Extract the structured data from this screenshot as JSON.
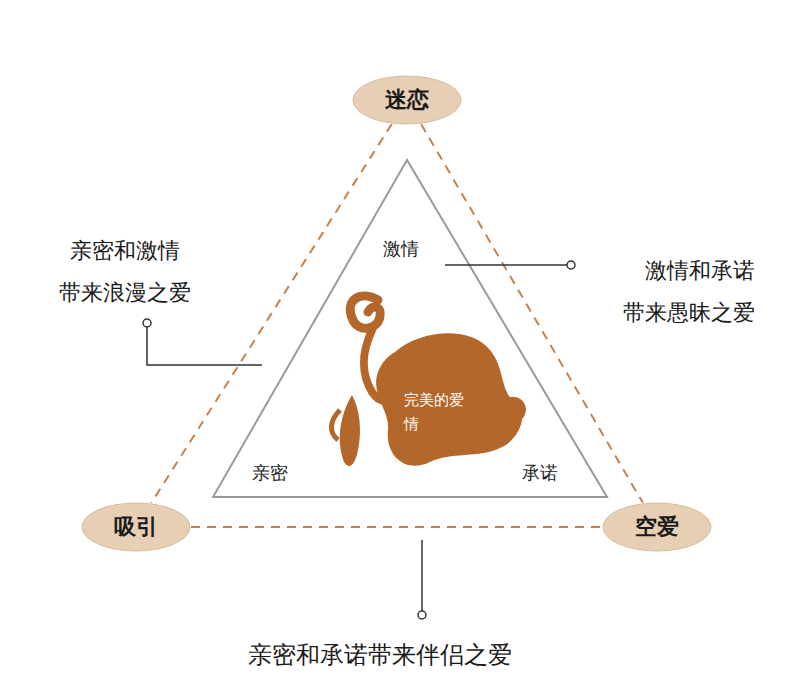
{
  "diagram": {
    "nodes": [
      {
        "text": [
          "迷恋"
        ]
      },
      {
        "text": [
          "吸引"
        ]
      },
      {
        "text": [
          "空爱"
        ]
      }
    ],
    "edges": [
      {
        "from": 0,
        "to": 1,
        "arrow": "none"
      },
      {
        "from": 0,
        "to": 2,
        "arrow": "none"
      },
      {
        "from": 1,
        "to": 2,
        "arrow": "none"
      }
    ],
    "labels": [
      "激情",
      "亲密",
      "承诺",
      "完美的爱情",
      "亲密和激情 带来浪漫之爱",
      "激情和承诺 带来愚昧之爱",
      "亲密和承诺带来伴侣之爱"
    ]
  }
}
